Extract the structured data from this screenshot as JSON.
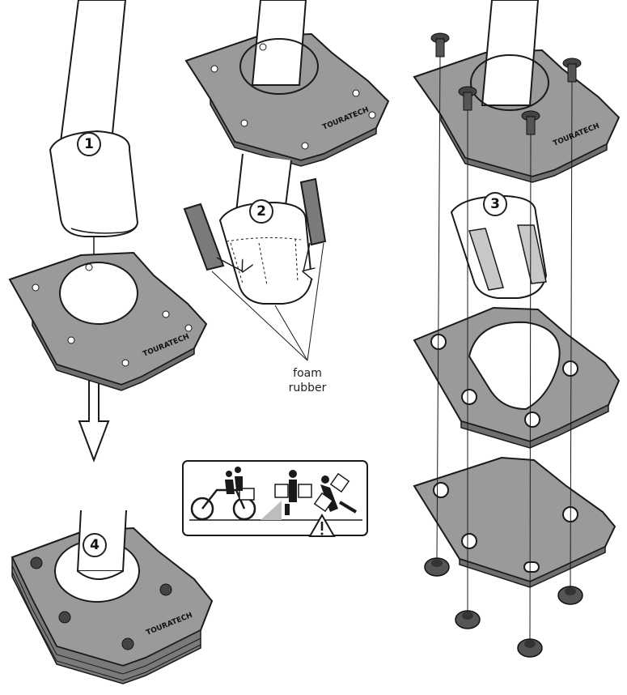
{
  "steps": [
    "1",
    "2",
    "3",
    "4"
  ],
  "annotation": {
    "line1": "foam",
    "line2": "rubber"
  },
  "logo_text": "TOURATECH",
  "colors": {
    "plate": "#9a9a9a",
    "plate_dark": "#6f6f6f",
    "stroke": "#1a1a1a",
    "foam": "#7a7a7a",
    "leg": "#ffffff"
  },
  "icons": [
    "motorcycle-with-riders-icon",
    "person-with-luggage-icon",
    "tilted-luggage-icon",
    "warning-triangle-icon"
  ]
}
